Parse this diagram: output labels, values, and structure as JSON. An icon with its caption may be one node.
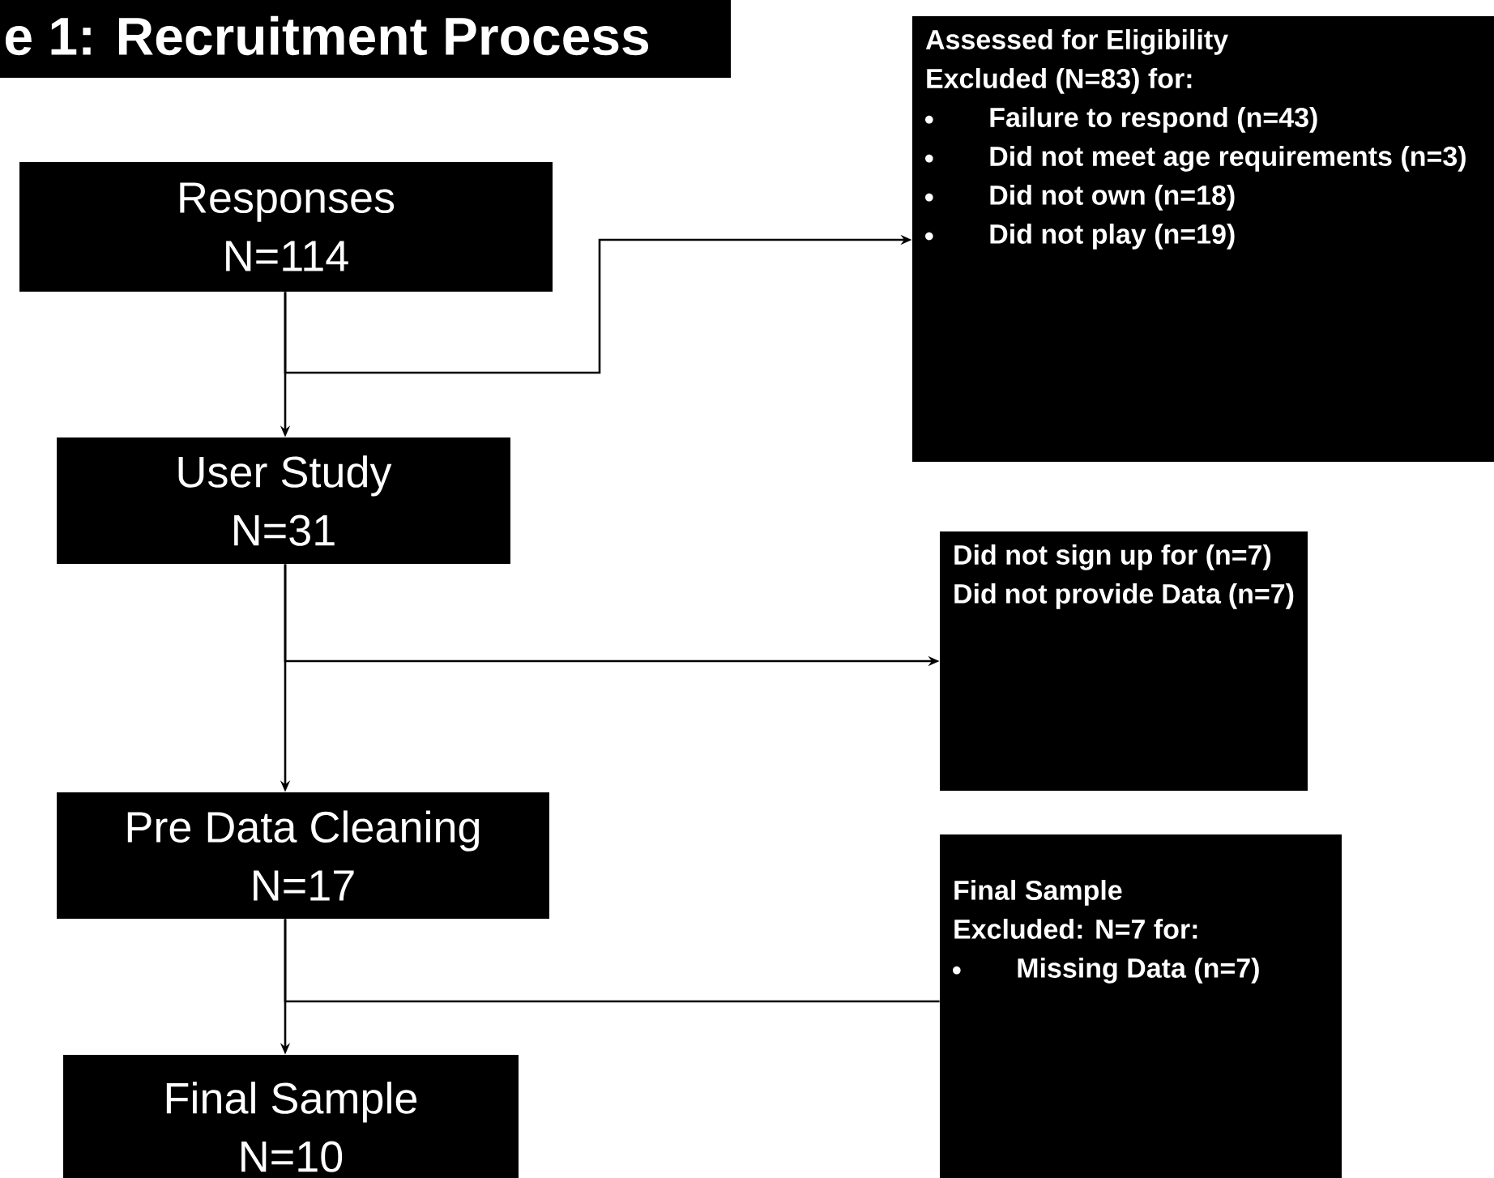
{
  "diagram": {
    "title": "e 1: Recruitment Process",
    "nodes": [
      {
        "text": [
          "Responses",
          "N=114"
        ]
      },
      {
        "text": [
          "User Study",
          "N=31"
        ]
      },
      {
        "text": [
          "Pre Data Cleaning",
          "N=17"
        ]
      },
      {
        "text": [
          "Final Sample",
          "N=10"
        ]
      },
      {
        "text": [
          "Assessed for Eligibility",
          "Excluded (N=83) for:",
          "Failure to respond (n=43)",
          "Did not meet age requirements (n=3)",
          "Did not own (n=18)",
          "Did not play (n=19)"
        ]
      },
      {
        "text": [
          "Did not sign up for (n=7)",
          "Did not provide Data (n=7)"
        ]
      },
      {
        "text": [
          "Final Sample",
          "Excluded: N=7 for:",
          "Missing Data (n=7)"
        ]
      }
    ],
    "edges": [
      {
        "from": 0,
        "to": 1,
        "arrow": "to"
      },
      {
        "from": 0,
        "to": 4,
        "arrow": "to"
      },
      {
        "from": 1,
        "to": 2,
        "arrow": "to"
      },
      {
        "from": 1,
        "to": 5,
        "arrow": "to"
      },
      {
        "from": 2,
        "to": 3,
        "arrow": "to"
      },
      {
        "from": 2,
        "to": 6,
        "arrow": "none"
      }
    ]
  }
}
